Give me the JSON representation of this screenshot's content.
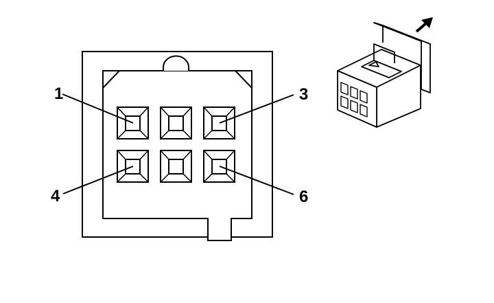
{
  "diagram": {
    "pin_labels": [
      {
        "pin": 1,
        "text": "1"
      },
      {
        "pin": 3,
        "text": "3"
      },
      {
        "pin": 4,
        "text": "4"
      },
      {
        "pin": 6,
        "text": "6"
      }
    ],
    "pins": [
      1,
      2,
      3,
      4,
      5,
      6
    ],
    "colors": {
      "line": "#000000",
      "background": "#ffffff",
      "connector_fill": "#ffffff"
    },
    "icons": [
      "direction-arrow-icon"
    ]
  }
}
